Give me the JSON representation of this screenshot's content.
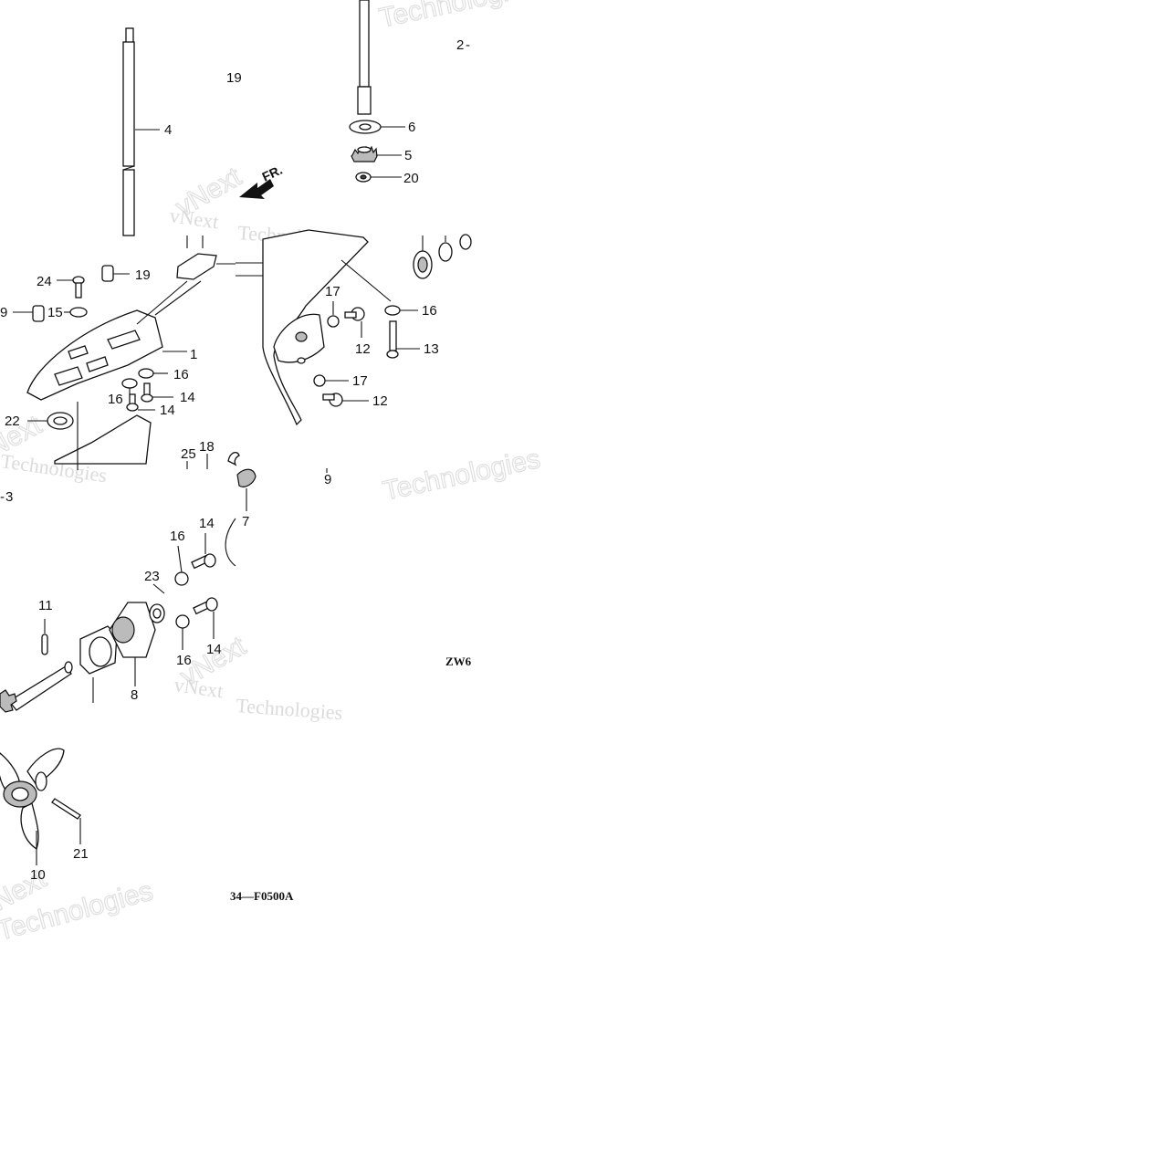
{
  "diagram": {
    "drawing_code": "ZW6",
    "figure_ref": "34—F0500A",
    "direction_label": "FR.",
    "watermark_words": [
      "Technologies",
      "vNext"
    ],
    "callouts": {
      "c1": "1",
      "c2": "2",
      "c3": "3",
      "c4": "4",
      "c5": "5",
      "c6": "6",
      "c7": "7",
      "c8": "8",
      "c9": "9",
      "c9b": "9",
      "c10": "10",
      "c11": "11",
      "c12a": "12",
      "c12b": "12",
      "c13": "13",
      "c14a": "14",
      "c14b": "14",
      "c14c": "14",
      "c14d": "14",
      "c15": "15",
      "c16a": "16",
      "c16b": "16",
      "c16c": "16",
      "c16d": "16",
      "c16e": "16",
      "c17a": "17",
      "c17b": "17",
      "c18": "18",
      "c19a": "19",
      "c19b": "19",
      "c20": "20",
      "c21": "21",
      "c22": "22",
      "c23": "23",
      "c24": "24",
      "c25": "25"
    }
  }
}
